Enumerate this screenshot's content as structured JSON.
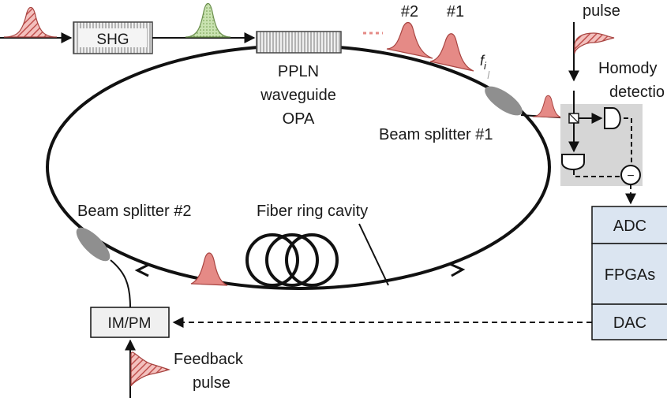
{
  "labels": {
    "shg": "SHG",
    "ppln_line1": "PPLN",
    "ppln_line2": "waveguide",
    "ppln_line3": "OPA",
    "pulse_2": "#2",
    "pulse_1": "#1",
    "pulse_top": "pulse",
    "fi_f": "f",
    "fi_sub": "i",
    "homodyne_line1": "Homody",
    "homodyne_line2": "detectio",
    "beam_splitter_1": "Beam splitter #1",
    "beam_splitter_2": "Beam splitter #2",
    "fiber_ring": "Fiber ring cavity",
    "adc": "ADC",
    "fpgas": "FPGAs",
    "dac": "DAC",
    "im_pm": "IM/PM",
    "feedback_line1": "Feedback",
    "feedback_line2": "pulse",
    "minus": "−"
  },
  "colors": {
    "pulse_red": "#e58a86",
    "pulse_hatch": "#c0504d",
    "pulse_green": "#b8d79a",
    "ring": "#111111",
    "splitter": "#8f8f8f",
    "homodyne_panel": "#d6d6d6",
    "electronics_panel": "#dbe5f1",
    "box_fill": "#f0f0f0"
  }
}
